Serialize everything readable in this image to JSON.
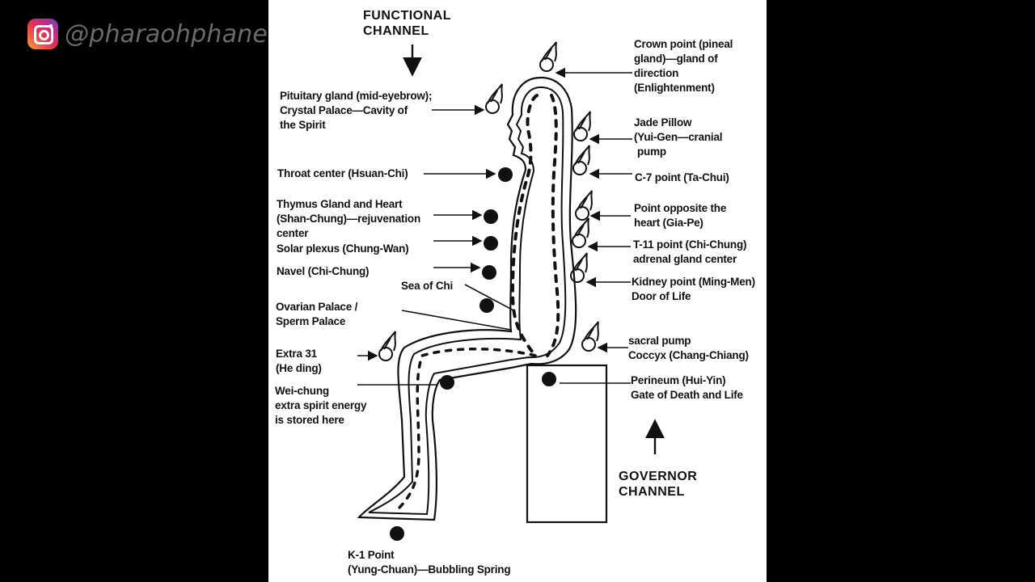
{
  "watermark": {
    "handle": "@pharaohphaneros",
    "icon": "instagram-icon"
  },
  "diagram": {
    "functional_channel": [
      "FUNCTIONAL",
      "CHANNEL"
    ],
    "governor_channel": [
      "GOVERNOR",
      "CHANNEL"
    ],
    "left_labels": {
      "pituitary": [
        "Pituitary gland (mid-eyebrow);",
        "Crystal Palace—Cavity of",
        "the Spirit"
      ],
      "throat": [
        "Throat center (Hsuan-Chi)"
      ],
      "thymus": [
        "Thymus Gland and Heart",
        "(Shan-Chung)—rejuvenation",
        "center"
      ],
      "solar": [
        "Solar plexus (Chung-Wan)"
      ],
      "navel": [
        "Navel (Chi-Chung)"
      ],
      "sea": [
        "Sea of Chi"
      ],
      "ovarian": [
        "Ovarian Palace /",
        "Sperm Palace"
      ],
      "extra31": [
        "Extra 31",
        "(He ding)"
      ],
      "weichung": [
        "Wei-chung",
        "extra spirit energy",
        "is stored here"
      ],
      "k1": [
        "K-1 Point",
        "(Yung-Chuan)—Bubbling Spring"
      ]
    },
    "right_labels": {
      "crown": [
        "Crown point (pineal",
        "gland)—gland of",
        "direction",
        "(Enlightenment)"
      ],
      "jade": [
        "Jade Pillow",
        "(Yui-Gen—cranial",
        "pump"
      ],
      "c7": [
        "C-7 point (Ta-Chui)"
      ],
      "heart_opp": [
        "Point opposite the",
        "heart (Gia-Pe)"
      ],
      "t11": [
        "T-11 point (Chi-Chung)",
        "adrenal gland center"
      ],
      "kidney": [
        "Kidney point (Ming-Men)",
        "Door of Life"
      ],
      "sacral": [
        "sacral pump",
        "Coccyx (Chang-Chiang)"
      ],
      "perineum": [
        "Perineum (Hui-Yin)",
        "Gate of Death and Life"
      ]
    }
  }
}
